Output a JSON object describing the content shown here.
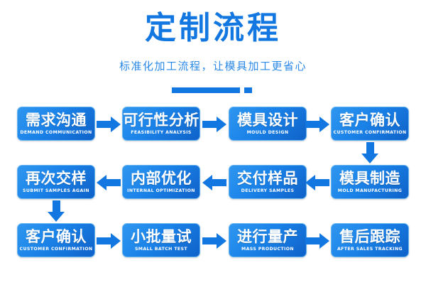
{
  "header": {
    "title": "定制流程",
    "subtitle": "标准化加工流程，让模具加工更省心",
    "accent_color": "#1277e0",
    "divider_name": "title-divider"
  },
  "theme": {
    "background": "#ffffff",
    "node_gradient_start": "#2f97ef",
    "node_gradient_end": "#0f62c8",
    "node_border": "#66b4f2",
    "arrow_color": "#1277e0",
    "node_text": "#ffffff"
  },
  "flow": {
    "rows": [
      {
        "direction": "right",
        "nodes": [
          {
            "cn": "需求沟通",
            "en": "DEMAND COMMUNICATION"
          },
          {
            "cn": "可行性分析",
            "en": "FEASIBILITY ANALYSIS"
          },
          {
            "cn": "模具设计",
            "en": "MOULD DESIGN"
          },
          {
            "cn": "客户确认",
            "en": "CUSTOMER CONFIRMATION"
          }
        ]
      },
      {
        "direction": "left",
        "nodes": [
          {
            "cn": "再次交样",
            "en": "SUBMIT SAMPLES AGAIN"
          },
          {
            "cn": "内部优化",
            "en": "INTERNAL OPTIMIZATION"
          },
          {
            "cn": "交付样品",
            "en": "DELIVERY SAMPLES"
          },
          {
            "cn": "模具制造",
            "en": "MOLD MANUFACTURING"
          }
        ]
      },
      {
        "direction": "right",
        "nodes": [
          {
            "cn": "客户确认",
            "en": "CUSTOMER CONFIRMATION"
          },
          {
            "cn": "小批量试",
            "en": "SMALL BATCH TEST"
          },
          {
            "cn": "进行量产",
            "en": "MASS PRODUCTION"
          },
          {
            "cn": "售后跟踪",
            "en": "AFTER SALES TRACKING"
          }
        ]
      }
    ],
    "connectors": [
      {
        "name": "connector-row1-row2",
        "side": "right",
        "direction": "down"
      },
      {
        "name": "connector-row2-row3",
        "side": "left",
        "direction": "down"
      }
    ]
  }
}
